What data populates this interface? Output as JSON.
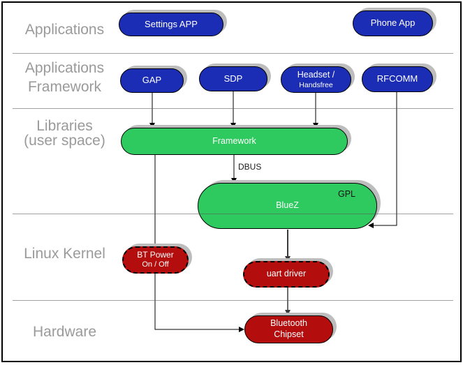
{
  "layers": {
    "applications": {
      "line1": "Applications"
    },
    "app_framework": {
      "line1": "Applications",
      "line2": "Framework"
    },
    "libraries": {
      "line1": "Libraries",
      "line2": "(user space)"
    },
    "kernel": {
      "line1": "Linux Kernel"
    },
    "hardware": {
      "line1": "Hardware"
    }
  },
  "nodes": {
    "settings_app": {
      "label": "Settings APP"
    },
    "phone_app": {
      "label": "Phone App"
    },
    "gap": {
      "label": "GAP"
    },
    "sdp": {
      "label": "SDP"
    },
    "headset": {
      "line1": "Headset /",
      "line2": "Handsfree"
    },
    "rfcomm": {
      "label": "RFCOMM"
    },
    "framework": {
      "label": "Framework"
    },
    "bluez": {
      "label": "BlueZ",
      "license": "GPL"
    },
    "bt_power": {
      "line1": "BT Power",
      "line2": "On / Off"
    },
    "uart": {
      "label": "uart driver"
    },
    "chipset": {
      "line1": "Bluetooth",
      "line2": "Chipset"
    }
  },
  "edges": [
    {
      "from": "GAP",
      "to": "Framework"
    },
    {
      "from": "SDP",
      "to": "Framework"
    },
    {
      "from": "Headset / Handsfree",
      "to": "Framework"
    },
    {
      "from": "Framework",
      "to": "BlueZ",
      "label": "DBUS"
    },
    {
      "from": "RFCOMM",
      "to": "BlueZ"
    },
    {
      "from": "Framework",
      "to": "Bluetooth Chipset",
      "via": "BT Power On / Off"
    },
    {
      "from": "BlueZ",
      "to": "uart driver"
    },
    {
      "from": "uart driver",
      "to": "Bluetooth Chipset"
    }
  ],
  "colors": {
    "node_blue": "#1b2db4",
    "node_green": "#2fca5f",
    "node_red": "#b30d0d",
    "layer_label_gray": "#9a9a9a",
    "divider_gray": "#8f8f8f",
    "shadow_gray": "#bdbdbd",
    "border_black": "#000000"
  }
}
